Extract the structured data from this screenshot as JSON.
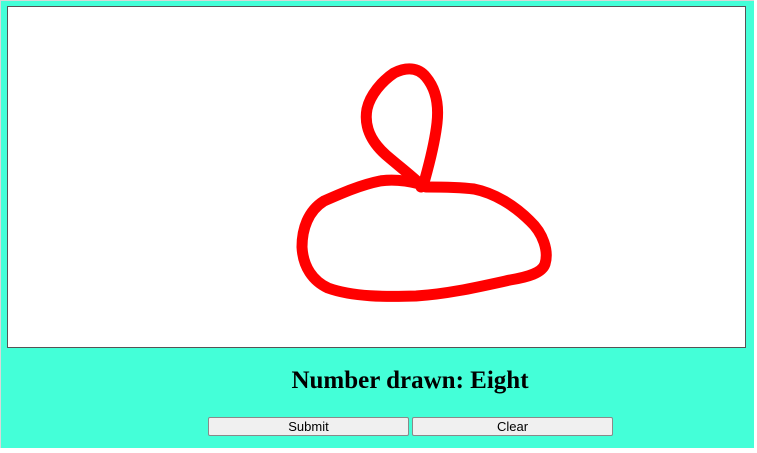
{
  "result": {
    "prefix": "Number drawn: ",
    "value": "Eight"
  },
  "buttons": {
    "submit_label": "Submit",
    "clear_label": "Clear"
  },
  "drawing": {
    "stroke_color": "#ff0000"
  },
  "colors": {
    "background": "#44ffd8",
    "canvas": "#ffffff",
    "button": "#f0f0f0"
  }
}
